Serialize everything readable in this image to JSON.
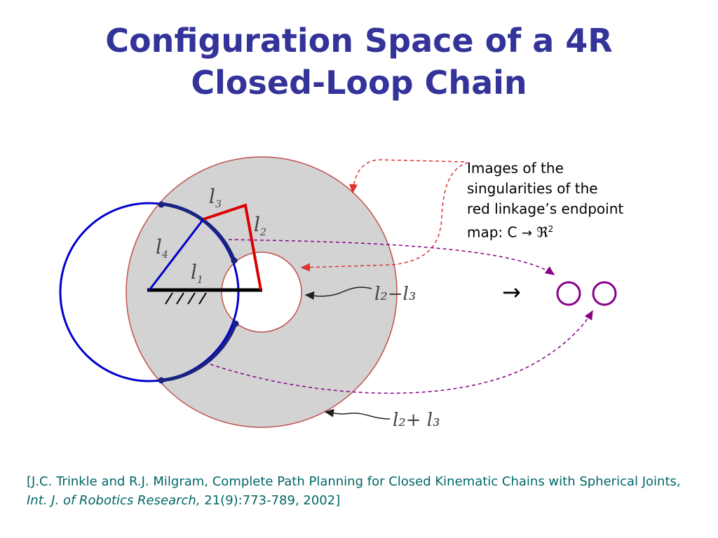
{
  "slide": {
    "title_line1": "Configuration Space of a 4R",
    "title_line2": "Closed-Loop Chain"
  },
  "labels": {
    "l3_top": "l",
    "l3_top_sub": "3",
    "l2": "l",
    "l2_sub": "2",
    "l4": "l",
    "l4_sub": "4",
    "l1": "l",
    "l1_sub": "1",
    "inner_minus": "l₂−l₃",
    "outer_plus": "l₂+ l₃"
  },
  "annotation": {
    "line1": "Images of the",
    "line2": "singularities of the",
    "line3": "red linkage’s endpoint",
    "line4_prefix": "map: C ",
    "arrow": "→",
    "space": "ℜ",
    "exponent": "2"
  },
  "map_arrow": "→",
  "reference": {
    "prefix": "[J.C. Trinkle and R.J. Milgram, Complete Path Planning for Closed Kinematic Chains with Spherical Joints, ",
    "journal": "Int. J. of Robotics Research,",
    "suffix": " 21(9):773-789, 2002]"
  },
  "colors": {
    "title": "#333399",
    "annulus_fill": "#d3d3d3",
    "annulus_edge": "#c0504d",
    "red_link": "#dd0000",
    "blue_circle": "#0000cc",
    "dashed_red": "#e03030",
    "dashed_purple": "#880088",
    "reference_text": "#006666"
  }
}
